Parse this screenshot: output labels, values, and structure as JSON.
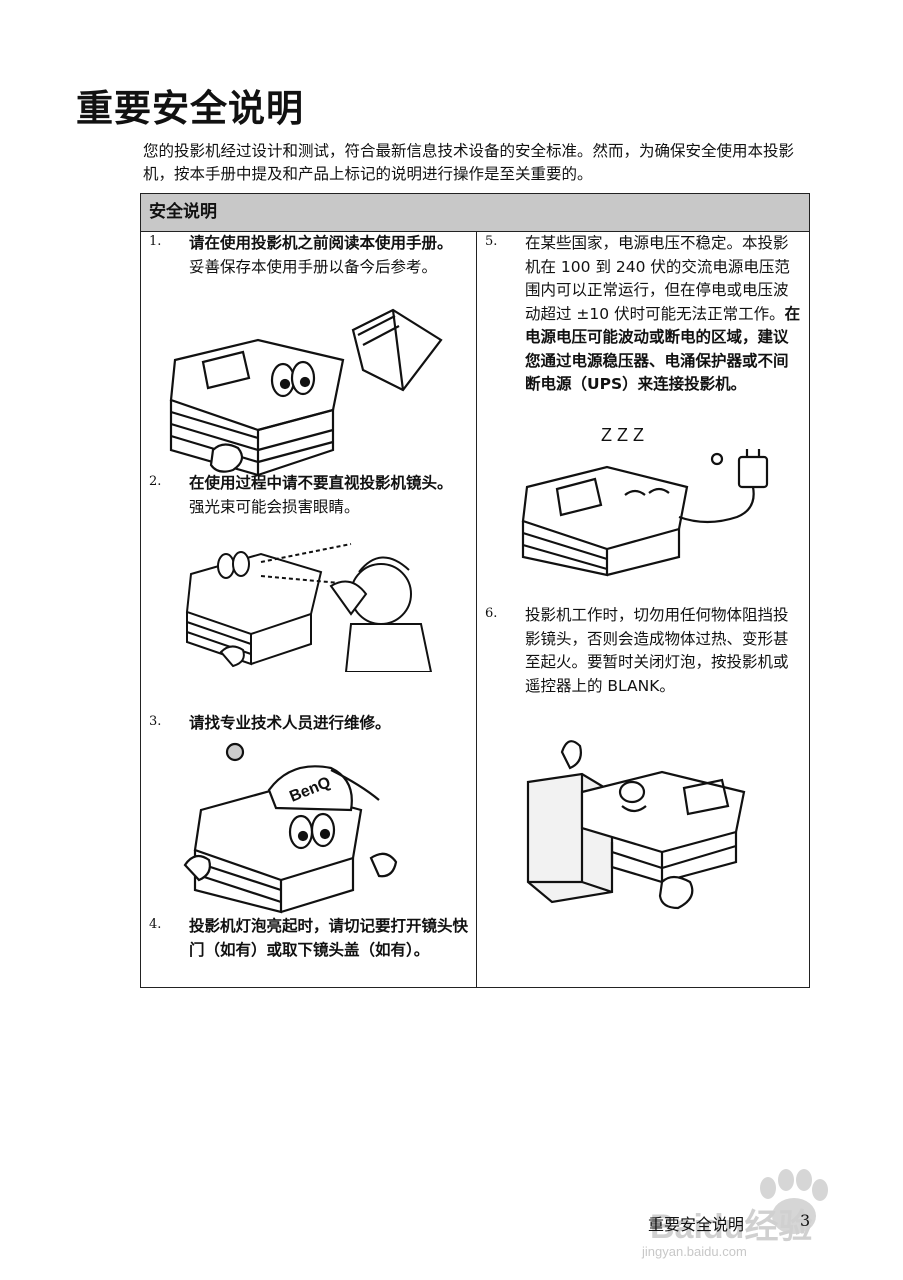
{
  "page": {
    "title": "重要安全说明",
    "intro": "您的投影机经过设计和测试，符合最新信息技术设备的安全标准。然而，为确保安全使用本投影机，按本手册中提及和产品上标记的说明进行操作是至关重要的。"
  },
  "box": {
    "heading": "安全说明",
    "items": [
      {
        "num": "1.",
        "bold": "请在使用投影机之前阅读本使用手册。",
        "text": "妥善保存本使用手册以备今后参考。"
      },
      {
        "num": "2.",
        "bold": "在使用过程中请不要直视投影机镜头。",
        "text": "强光束可能会损害眼睛。"
      },
      {
        "num": "3.",
        "bold": "请找专业技术人员进行维修。",
        "text": ""
      },
      {
        "num": "4.",
        "bold": "投影机灯泡亮起时，请切记要打开镜头快门（如有）或取下镜头盖（如有）。",
        "text": ""
      },
      {
        "num": "5.",
        "lead": "在某些国家，电源电压不稳定。本投影机在 100 到 240 伏的交流电源电压范围内可以正常运行，但在停电或电压波动超过 ±10 伏时可能无法正常工作。",
        "bold": "在电源电压可能波动或断电的区域，建议您通过电源稳压器、电涌保护器或不间断电源（UPS）来连接投影机。"
      },
      {
        "num": "6.",
        "text": "投影机工作时，切勿用任何物体阻挡投影镜头，否则会造成物体过热、变形甚至起火。要暂时关闭灯泡，按投影机或遥控器上的 BLANK。"
      }
    ]
  },
  "illustrations": {
    "cap_logo": "BenQ",
    "snore": "Z Z Z"
  },
  "footer": {
    "section": "重要安全说明",
    "page_number": "3",
    "watermark": "Baidu经验",
    "watermark_url": "jingyan.baidu.com"
  }
}
